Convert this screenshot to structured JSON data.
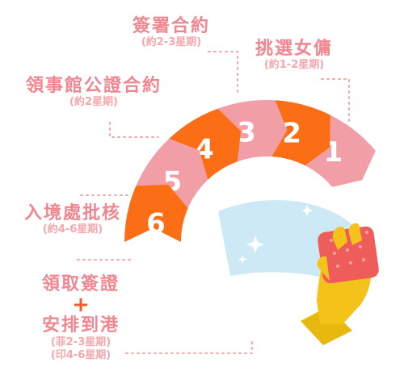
{
  "colors": {
    "orange": "#fb6e15",
    "pink": "#f29ea7",
    "label_pink": "#f0868f",
    "sub_pink": "#f4a7ad",
    "plus_orange": "#ef5f2b",
    "dots": "#f4a7ad",
    "window_blue": "#cde9f5",
    "glove_yellow": "#f5c21a",
    "sponge_red": "#ee5d5a"
  },
  "segments": [
    {
      "number": "1",
      "color": "pink"
    },
    {
      "number": "2",
      "color": "orange"
    },
    {
      "number": "3",
      "color": "pink"
    },
    {
      "number": "4",
      "color": "orange"
    },
    {
      "number": "5",
      "color": "pink"
    },
    {
      "number": "6",
      "color": "orange"
    }
  ],
  "steps": [
    {
      "title": "挑選女傭",
      "duration": "(約1-2星期)"
    },
    {
      "title": "簽署合約",
      "duration": "(約2-3星期)"
    },
    {
      "title": "領事館公證合約",
      "duration": "(約2星期)"
    },
    {
      "title": "入境處批核",
      "duration": "(約4-6星期)"
    },
    {
      "title": "領取簽證",
      "plus": "+",
      "title2": "安排到港",
      "duration": "(菲2-3星期)",
      "duration2": "(印4-6星期)"
    }
  ],
  "illustration": {
    "window_icon": "window-pane-icon",
    "sparkle_icon": "sparkle-icon",
    "glove_icon": "rubber-glove-icon",
    "sponge_icon": "sponge-icon"
  }
}
